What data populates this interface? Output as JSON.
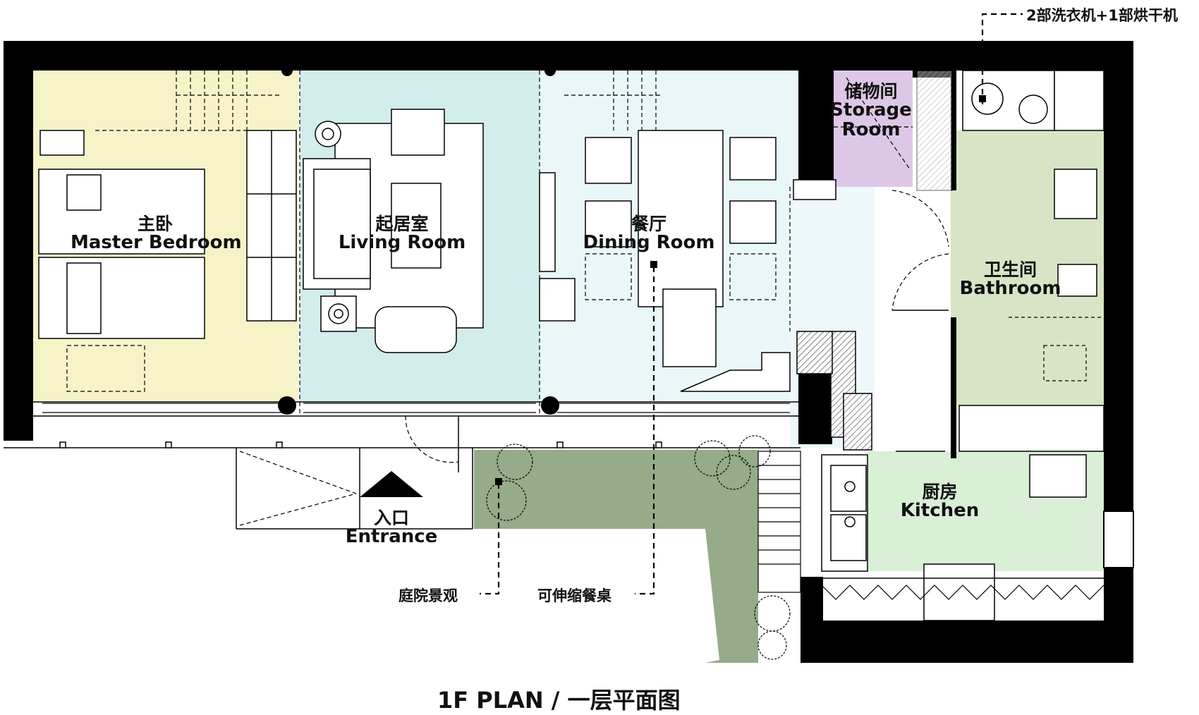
{
  "plan": {
    "title": "1F PLAN / 一层平面图",
    "colors": {
      "wall": "#000000",
      "master_bedroom": "#f6f3c9",
      "living_room": "#d3ecec",
      "dining_room": "#e9f7f9",
      "storage_room": "#ddc7e6",
      "bathroom": "#d7e5c6",
      "kitchen": "#d9efd6",
      "garden": "#95ab89",
      "hall": "#eef8fb"
    },
    "rooms": {
      "master_bedroom": {
        "cn": "主卧",
        "en": "Master Bedroom"
      },
      "living_room": {
        "cn": "起居室",
        "en": "Living Room"
      },
      "dining_room": {
        "cn": "餐厅",
        "en": "Dining Room"
      },
      "storage_room": {
        "cn": "储物间",
        "en_line1": "Storage",
        "en_line2": "Room"
      },
      "bathroom": {
        "cn": "卫生间",
        "en": "Bathroom"
      },
      "kitchen": {
        "cn": "厨房",
        "en": "Kitchen"
      },
      "entrance": {
        "cn": "入口",
        "en": "Entrance"
      }
    },
    "annotations": {
      "laundry": "2部洗衣机+1部烘干机",
      "garden": "庭院景观",
      "table": "可伸缩餐桌"
    }
  }
}
